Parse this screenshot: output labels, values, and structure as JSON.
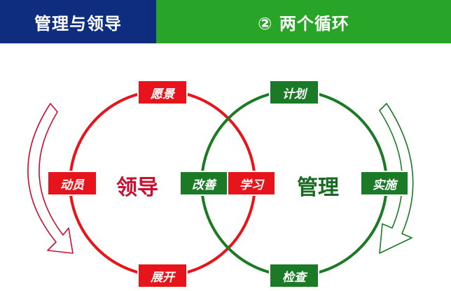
{
  "header": {
    "left_title": "管理与领导",
    "right_title": "② 两个循环"
  },
  "leadership": {
    "center": "领导",
    "items": {
      "top": "愿景",
      "left": "动员",
      "bottom": "展开",
      "right": "学习"
    }
  },
  "management": {
    "center": "管理",
    "items": {
      "top": "计划",
      "right": "实施",
      "bottom": "检查",
      "left": "改善"
    }
  },
  "colors": {
    "header_left": "#0e2d7e",
    "header_right": "#28a428",
    "leadership_red": "#e8141c",
    "management_green": "#1b7a25"
  }
}
